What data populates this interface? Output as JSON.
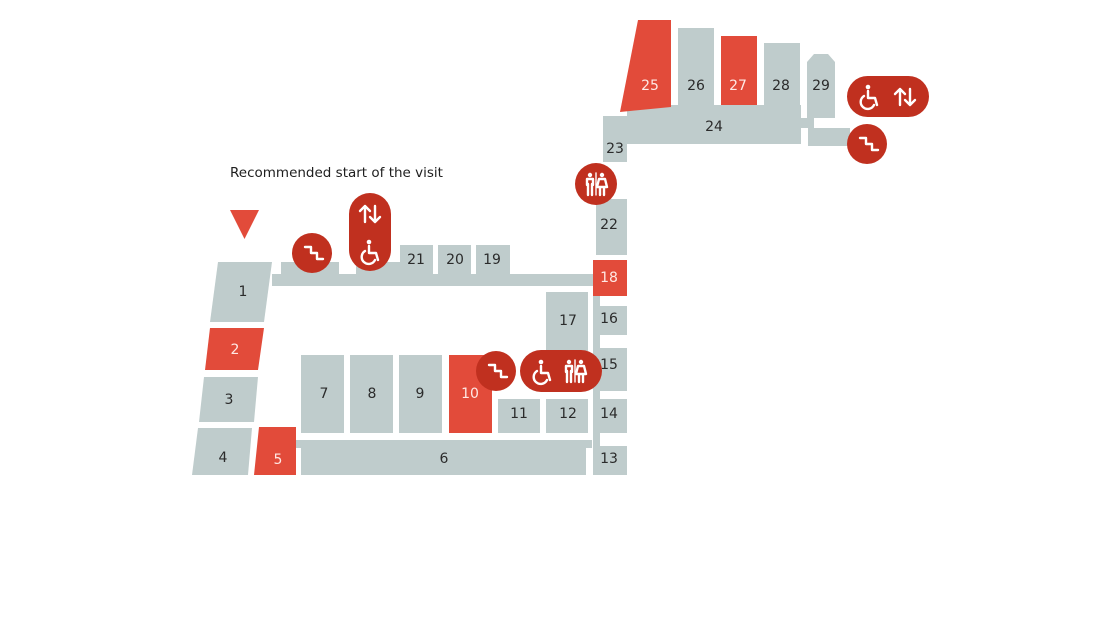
{
  "start_label": "Recommended start of the visit",
  "colors": {
    "room": "#bfcccc",
    "highlight_room": "#e24b3a",
    "facility_badge": "#c0301f",
    "start_arrow": "#e24b3a"
  },
  "rooms": [
    {
      "label": "1",
      "highlighted": false
    },
    {
      "label": "2",
      "highlighted": true
    },
    {
      "label": "3",
      "highlighted": false
    },
    {
      "label": "4",
      "highlighted": false
    },
    {
      "label": "5",
      "highlighted": true
    },
    {
      "label": "6",
      "highlighted": false
    },
    {
      "label": "7",
      "highlighted": false
    },
    {
      "label": "8",
      "highlighted": false
    },
    {
      "label": "9",
      "highlighted": false
    },
    {
      "label": "10",
      "highlighted": true
    },
    {
      "label": "11",
      "highlighted": false
    },
    {
      "label": "12",
      "highlighted": false
    },
    {
      "label": "13",
      "highlighted": false
    },
    {
      "label": "14",
      "highlighted": false
    },
    {
      "label": "15",
      "highlighted": false
    },
    {
      "label": "16",
      "highlighted": false
    },
    {
      "label": "17",
      "highlighted": false
    },
    {
      "label": "18",
      "highlighted": true
    },
    {
      "label": "19",
      "highlighted": false
    },
    {
      "label": "20",
      "highlighted": false
    },
    {
      "label": "21",
      "highlighted": false
    },
    {
      "label": "22",
      "highlighted": false
    },
    {
      "label": "23",
      "highlighted": false
    },
    {
      "label": "24",
      "highlighted": false
    },
    {
      "label": "25",
      "highlighted": true
    },
    {
      "label": "26",
      "highlighted": false
    },
    {
      "label": "27",
      "highlighted": true
    },
    {
      "label": "28",
      "highlighted": false
    },
    {
      "label": "29",
      "highlighted": false
    }
  ],
  "facilities": [
    {
      "id": "f1",
      "icons": [
        "stairs-icon"
      ]
    },
    {
      "id": "f2",
      "icons": [
        "elevator-icon",
        "wheelchair-icon"
      ]
    },
    {
      "id": "f3",
      "icons": [
        "restroom-icon"
      ]
    },
    {
      "id": "f4",
      "icons": [
        "stairs-icon"
      ]
    },
    {
      "id": "f5",
      "icons": [
        "wheelchair-icon",
        "restroom-icon"
      ]
    },
    {
      "id": "f6",
      "icons": [
        "wheelchair-icon",
        "elevator-icon"
      ]
    },
    {
      "id": "f7",
      "icons": [
        "stairs-icon"
      ]
    }
  ]
}
